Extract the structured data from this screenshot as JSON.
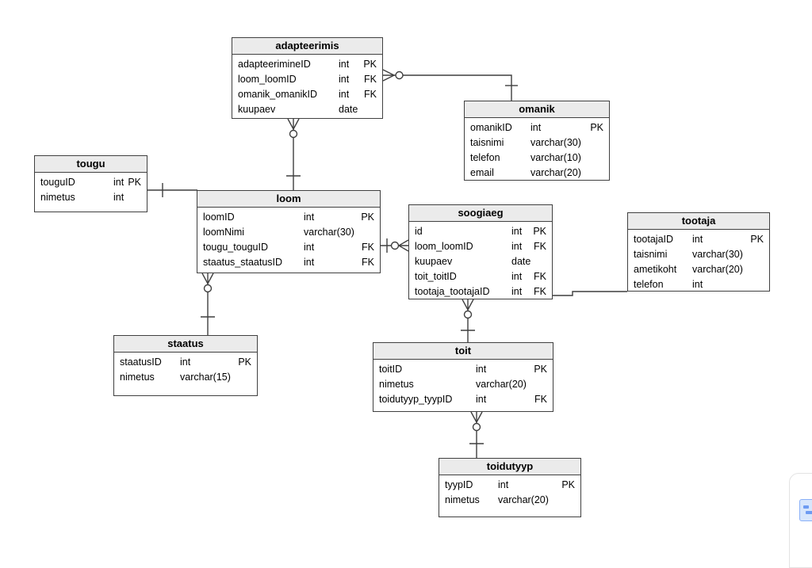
{
  "diagram": {
    "title": "animal-shelter-er-diagram",
    "tables": [
      {
        "name": "adapteerimis",
        "columns": [
          {
            "field": "adapteerimineID",
            "type": "int",
            "key": "PK"
          },
          {
            "field": "loom_loomID",
            "type": "int",
            "key": "FK"
          },
          {
            "field": "omanik_omanikID",
            "type": "int",
            "key": "FK"
          },
          {
            "field": "kuupaev",
            "type": "date",
            "key": ""
          }
        ]
      },
      {
        "name": "omanik",
        "columns": [
          {
            "field": "omanikID",
            "type": "int",
            "key": "PK"
          },
          {
            "field": "taisnimi",
            "type": "varchar(30)",
            "key": ""
          },
          {
            "field": "telefon",
            "type": "varchar(10)",
            "key": ""
          },
          {
            "field": "email",
            "type": "varchar(20)",
            "key": ""
          }
        ]
      },
      {
        "name": "tougu",
        "columns": [
          {
            "field": "touguID",
            "type": "int",
            "key": "PK"
          },
          {
            "field": "nimetus",
            "type": "int",
            "key": ""
          }
        ]
      },
      {
        "name": "loom",
        "columns": [
          {
            "field": "loomID",
            "type": "int",
            "key": "PK"
          },
          {
            "field": "loomNimi",
            "type": "varchar(30)",
            "key": ""
          },
          {
            "field": "tougu_touguID",
            "type": "int",
            "key": "FK"
          },
          {
            "field": "staatus_staatusID",
            "type": "int",
            "key": "FK"
          }
        ]
      },
      {
        "name": "soogiaeg",
        "columns": [
          {
            "field": "id",
            "type": "int",
            "key": "PK"
          },
          {
            "field": "loom_loomID",
            "type": "int",
            "key": "FK"
          },
          {
            "field": "kuupaev",
            "type": "date",
            "key": ""
          },
          {
            "field": "toit_toitID",
            "type": "int",
            "key": "FK"
          },
          {
            "field": "tootaja_tootajaID",
            "type": "int",
            "key": "FK"
          }
        ]
      },
      {
        "name": "tootaja",
        "columns": [
          {
            "field": "tootajaID",
            "type": "int",
            "key": "PK"
          },
          {
            "field": "taisnimi",
            "type": "varchar(30)",
            "key": ""
          },
          {
            "field": "ametikoht",
            "type": "varchar(20)",
            "key": ""
          },
          {
            "field": "telefon",
            "type": "int",
            "key": ""
          }
        ]
      },
      {
        "name": "staatus",
        "columns": [
          {
            "field": "staatusID",
            "type": "int",
            "key": "PK"
          },
          {
            "field": "nimetus",
            "type": "varchar(15)",
            "key": ""
          }
        ]
      },
      {
        "name": "toit",
        "columns": [
          {
            "field": "toitID",
            "type": "int",
            "key": "PK"
          },
          {
            "field": "nimetus",
            "type": "varchar(20)",
            "key": ""
          },
          {
            "field": "toidutyyp_tyypID",
            "type": "int",
            "key": "FK"
          }
        ]
      },
      {
        "name": "toidutyyp",
        "columns": [
          {
            "field": "tyypID",
            "type": "int",
            "key": "PK"
          },
          {
            "field": "nimetus",
            "type": "varchar(20)",
            "key": ""
          }
        ]
      }
    ],
    "relationships": [
      {
        "from": "adapteerimis",
        "from_card": "zero-or-many",
        "to": "omanik",
        "to_card": "one"
      },
      {
        "from": "adapteerimis",
        "from_card": "zero-or-many",
        "to": "loom",
        "to_card": "one"
      },
      {
        "from": "tougu",
        "from_card": "one",
        "to": "loom",
        "to_card": "unspecified"
      },
      {
        "from": "loom",
        "from_card": "zero-or-many",
        "to": "staatus",
        "to_card": "one"
      },
      {
        "from": "soogiaeg",
        "from_card": "zero-or-many",
        "to": "loom",
        "to_card": "one"
      },
      {
        "from": "soogiaeg",
        "from_card": "zero-or-many",
        "to": "toit",
        "to_card": "one"
      },
      {
        "from": "soogiaeg",
        "from_card": "unspecified",
        "to": "tootaja",
        "to_card": "unspecified"
      },
      {
        "from": "toit",
        "from_card": "zero-or-many",
        "to": "toidutyyp",
        "to_card": "one"
      }
    ],
    "colors": {
      "table_border": "#404040",
      "header_bg": "#ebebeb",
      "line": "#3f3f3f",
      "text": "#000000"
    }
  },
  "overlay_widget": {
    "icon": "translate-extension-icon",
    "fill": "#d7e6fc",
    "accent": "#8ab0f8"
  }
}
